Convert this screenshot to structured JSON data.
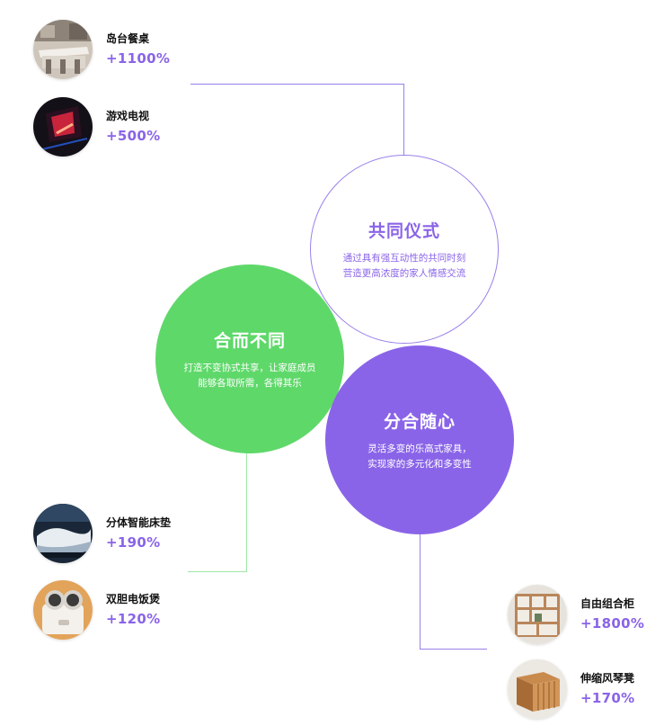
{
  "colors": {
    "purple": "#8a64e8",
    "green": "#5fd86a",
    "green_line": "#9ee6a4",
    "outline": "#9a80ea"
  },
  "products": [
    {
      "name": "岛台餐桌",
      "growth": "+1100%",
      "icon": "kitchen-island-table-image"
    },
    {
      "name": "游戏电视",
      "growth": "+500%",
      "icon": "gaming-tv-image"
    },
    {
      "name": "分体智能床垫",
      "growth": "+190%",
      "icon": "smart-mattress-image"
    },
    {
      "name": "双胆电饭煲",
      "growth": "+120%",
      "icon": "rice-cooker-image"
    },
    {
      "name": "自由组合柜",
      "growth": "+1800%",
      "icon": "modular-cabinet-image"
    },
    {
      "name": "伸缩风琴凳",
      "growth": "+170%",
      "icon": "accordion-stool-image"
    }
  ],
  "circles": {
    "ritual": {
      "title": "共同仪式",
      "lines": [
        "通过具有强互动性的共同时刻",
        "营造更高浓度的家人情感交流"
      ]
    },
    "harmony": {
      "title": "合而不同",
      "lines": [
        "打造不变协式共享，让家庭成员",
        "能够各取所需，各得其乐"
      ]
    },
    "flexible": {
      "title": "分合随心",
      "lines": [
        "灵活多变的乐高式家具，",
        "实现家的多元化和多变性"
      ]
    }
  }
}
